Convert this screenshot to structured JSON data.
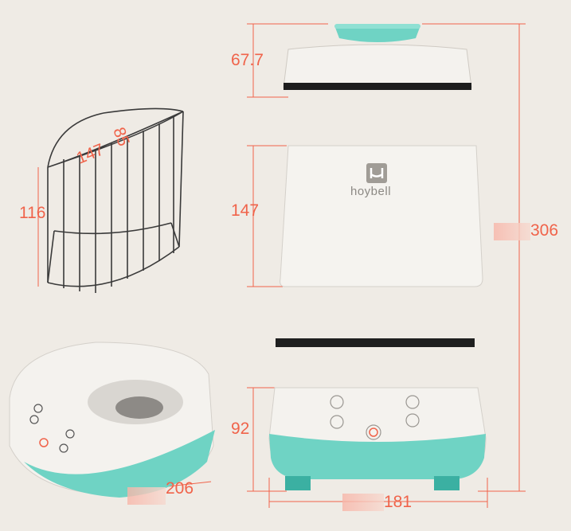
{
  "dimensions": {
    "lid_height": "67.7",
    "body_height": "147",
    "base_height": "92",
    "total_height": "306",
    "base_width": "181",
    "basket_height": "116",
    "basket_depth": "147",
    "basket_width": "85",
    "base_diameter": "206"
  },
  "brand": {
    "name": "hoybell",
    "logo": "H-logo"
  },
  "colors": {
    "dimension": "#f0634a",
    "accent": "#6fd3c4",
    "body": "#f2f0ec",
    "background": "#efebe5"
  }
}
